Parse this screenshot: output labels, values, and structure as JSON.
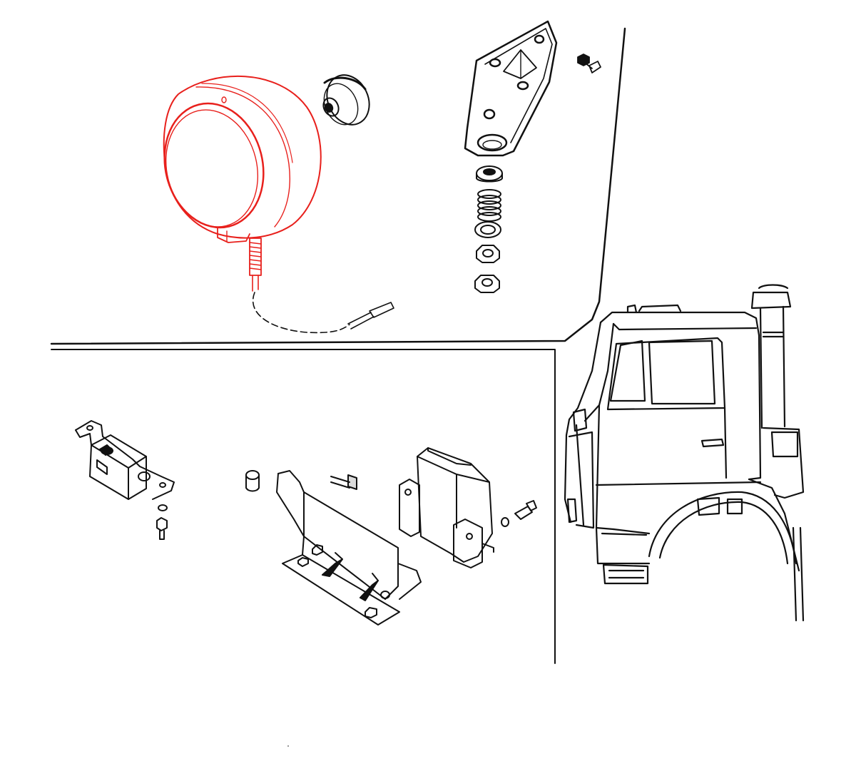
{
  "diagram": {
    "type": "exploded-parts-illustration",
    "highlight_color": "#e8201c",
    "line_color": "#111111",
    "background_color": "#ffffff",
    "highlighted_part": "spot-lamp",
    "parts": [
      "spot-lamp",
      "lamp-cable",
      "rubber-grommet",
      "mounting-bracket",
      "bracket-bolt",
      "washer-stack",
      "relay-bracket",
      "control-module",
      "module-bracket",
      "truck-cab"
    ],
    "icons": [
      "lamp-icon",
      "bolt-icon",
      "nut-icon",
      "spring-icon",
      "cab-icon"
    ]
  }
}
